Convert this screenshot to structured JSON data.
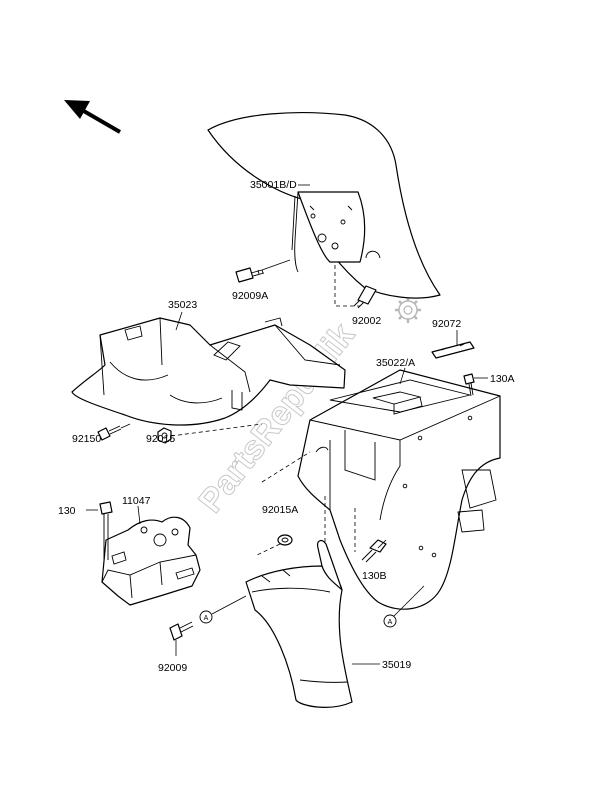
{
  "labels": {
    "p35001": "35001B/D",
    "p92009a": "92009A",
    "p35023": "35023",
    "p92002": "92002",
    "p92072": "92072",
    "p35022": "35022/A",
    "p130a": "130A",
    "p92150": "92150",
    "p92015": "92015",
    "p130": "130",
    "p11047": "11047",
    "p92015a": "92015A",
    "p130b": "130B",
    "p92009": "92009",
    "p35019": "35019"
  },
  "markers": {
    "a_left": "A",
    "a_right": "A"
  },
  "watermark": "PartsRepublik",
  "icons": [
    "direction-arrow-icon",
    "gear-icon"
  ]
}
